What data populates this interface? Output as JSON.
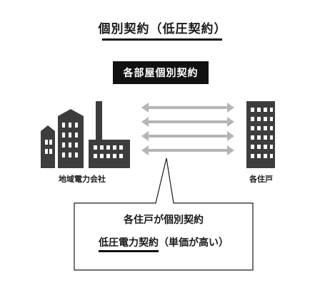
{
  "title": "個別契約（低圧契約）",
  "badge": "各部屋個別契約",
  "left_label": "地域電力会社",
  "right_label": "各住戸",
  "callout": {
    "line1": "各住戸が個別契約",
    "line2_emphasis": "低圧電力契約",
    "line2_rest": "（単価が高い）"
  },
  "colors": {
    "dark": "#3d3d3d",
    "arrow": "#b5b5b5",
    "window": "#ffffff"
  }
}
